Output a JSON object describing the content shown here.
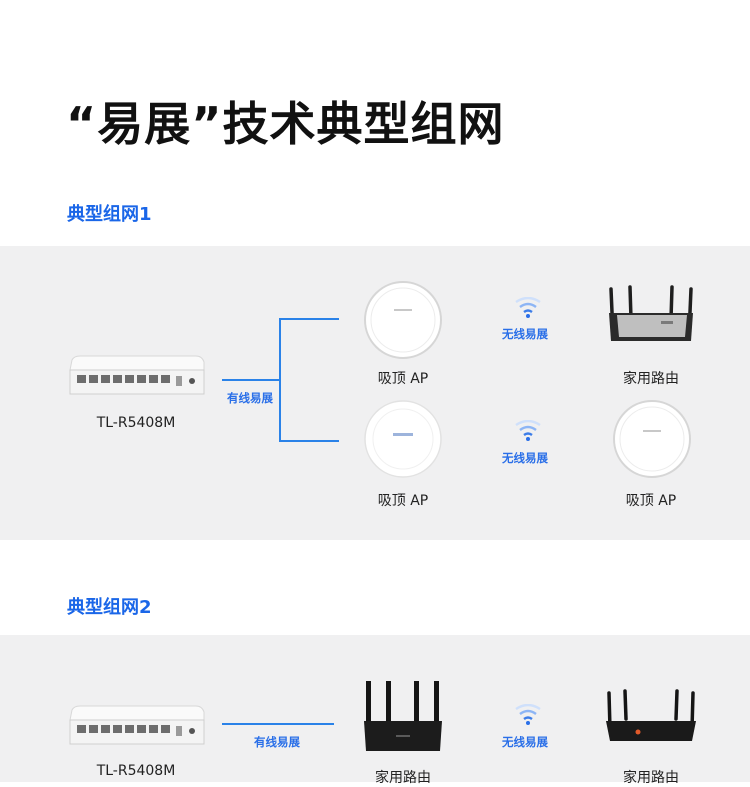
{
  "page": {
    "title": "“易展”技术典型组网",
    "accent_color": "#1a66e8",
    "line_color": "#2a82e8",
    "band_color": "#f0f0f1"
  },
  "section1": {
    "heading": "典型组网1",
    "switch_label": "TL-R5408M",
    "wired_label": "有线易展",
    "row1": {
      "left_label": "吸顶 AP",
      "link_label": "无线易展",
      "right_label": "家用路由"
    },
    "row2": {
      "left_label": "吸顶 AP",
      "link_label": "无线易展",
      "right_label": "吸顶 AP"
    }
  },
  "section2": {
    "heading": "典型组网2",
    "switch_label": "TL-R5408M",
    "wired_label": "有线易展",
    "left_label": "家用路由",
    "link_label": "无线易展",
    "right_label": "家用路由"
  },
  "icons": [
    "router-switch-icon",
    "ceiling-ap-icon",
    "wifi-signal-icon",
    "home-router-icon"
  ]
}
